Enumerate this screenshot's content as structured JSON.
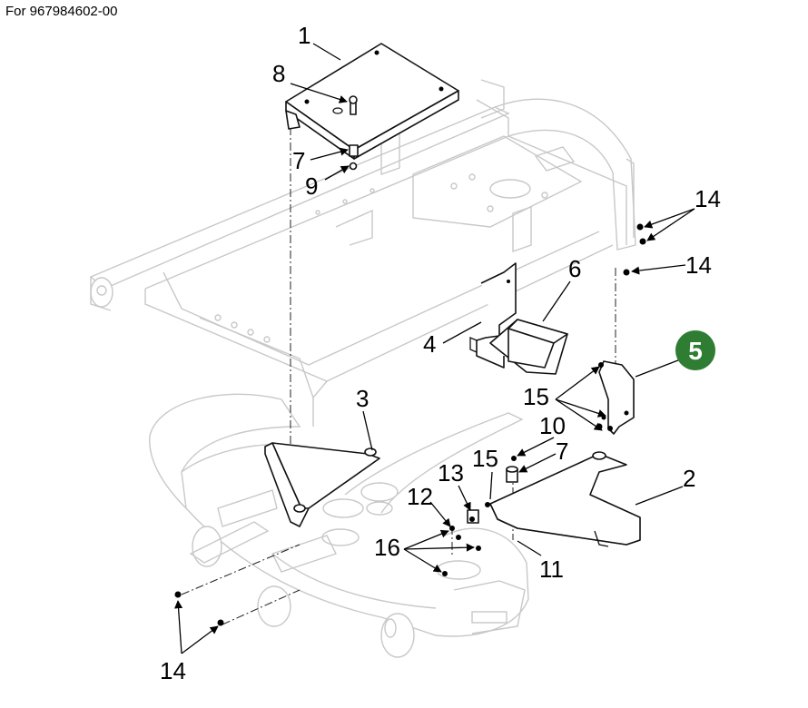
{
  "header": {
    "text": "For 967984602-00"
  },
  "badge": {
    "label": "5",
    "color": "#2e7d32",
    "text_color": "#ffffff"
  },
  "callouts": {
    "c1": "1",
    "c2": "2",
    "c3": "3",
    "c4": "4",
    "c6": "6",
    "c7a": "7",
    "c7b": "7",
    "c8": "8",
    "c9": "9",
    "c10": "10",
    "c11": "11",
    "c12": "12",
    "c13": "13",
    "c14a": "14",
    "c14b": "14",
    "c14c": "14",
    "c15a": "15",
    "c15b": "15",
    "c16": "16"
  }
}
